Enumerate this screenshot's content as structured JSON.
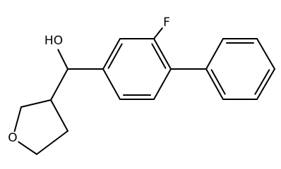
{
  "structure": {
    "atoms": [
      {
        "id": "O1",
        "label": "HO",
        "name": "hydroxyl-label"
      },
      {
        "id": "F1",
        "label": "F",
        "name": "fluorine-label"
      },
      {
        "id": "O2",
        "label": "O",
        "name": "ring-oxygen-label"
      }
    ],
    "colors": {
      "bond": "#000000",
      "label": "#000000",
      "background": "#ffffff"
    }
  }
}
